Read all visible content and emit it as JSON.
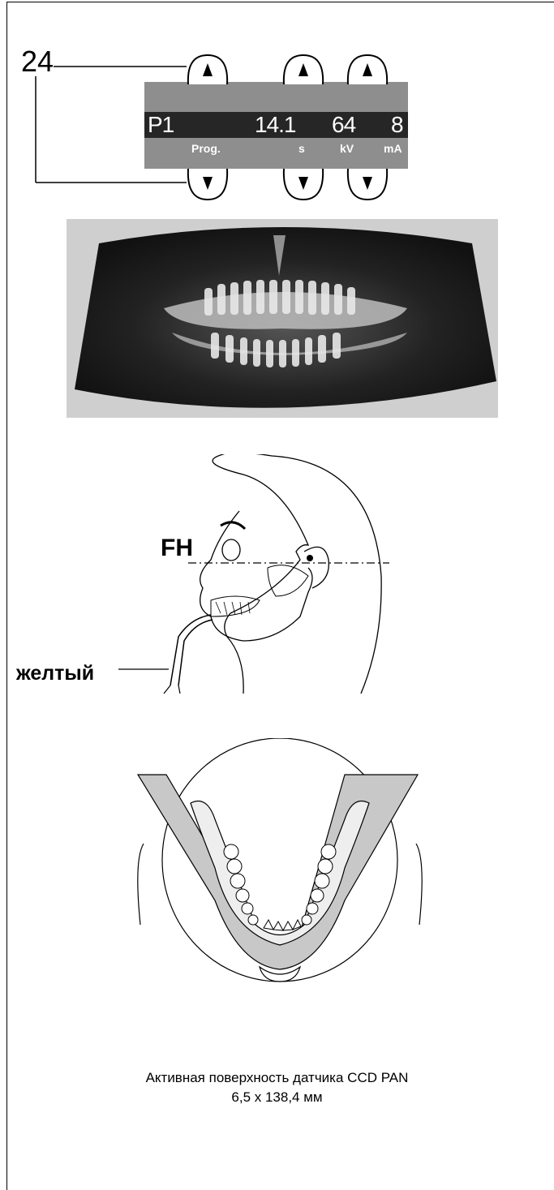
{
  "frame": {
    "border_color": "#000000"
  },
  "control_panel": {
    "callout_number": "24",
    "display": {
      "program": "P1",
      "time": "14.1",
      "kv": "64",
      "ma": "8",
      "program_unit": "Prog.",
      "time_unit": "s",
      "kv_unit": "kV",
      "ma_unit": "mA",
      "panel_color": "#8e8e8e",
      "band_color": "#262626"
    },
    "up_icon": "triangle-up-icon",
    "down_icon": "triangle-down-icon"
  },
  "panoramic_image": {
    "description_icon": "panoramic-xray-image"
  },
  "head_profile": {
    "plane_label": "FH",
    "sensor_color_label": "желтый"
  },
  "jaw_diagram": {
    "fill_color": "#c8c8c8"
  },
  "caption": {
    "line1": "Активная поверхность датчика CCD PAN",
    "line2": "6,5 x 138,4 мм"
  }
}
